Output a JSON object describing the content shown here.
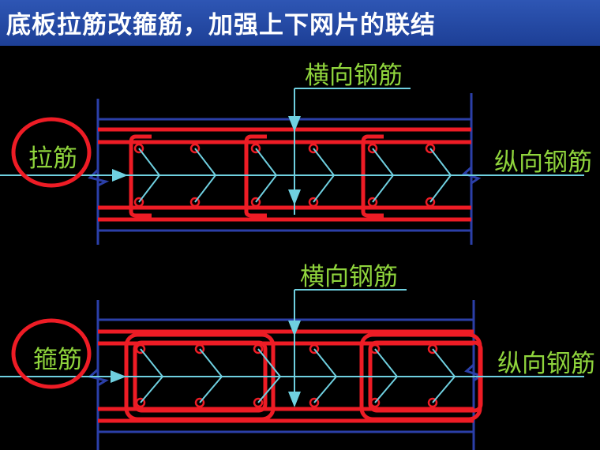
{
  "title": "底板拉筋改箍筋，加强上下网片的联结",
  "top_diagram": {
    "transverse_label": "横向钢筋",
    "longitudinal_label": "纵向钢筋",
    "circled_label": "拉筋"
  },
  "bottom_diagram": {
    "transverse_label": "横向钢筋",
    "longitudinal_label": "纵向钢筋",
    "circled_label": "箍筋"
  },
  "colors": {
    "title_bg": "#1d3f96",
    "rebar": "#ee1c25",
    "concrete_edge": "#2b3fa8",
    "leader": "#6fd0e0",
    "label": "#8fd43c"
  }
}
